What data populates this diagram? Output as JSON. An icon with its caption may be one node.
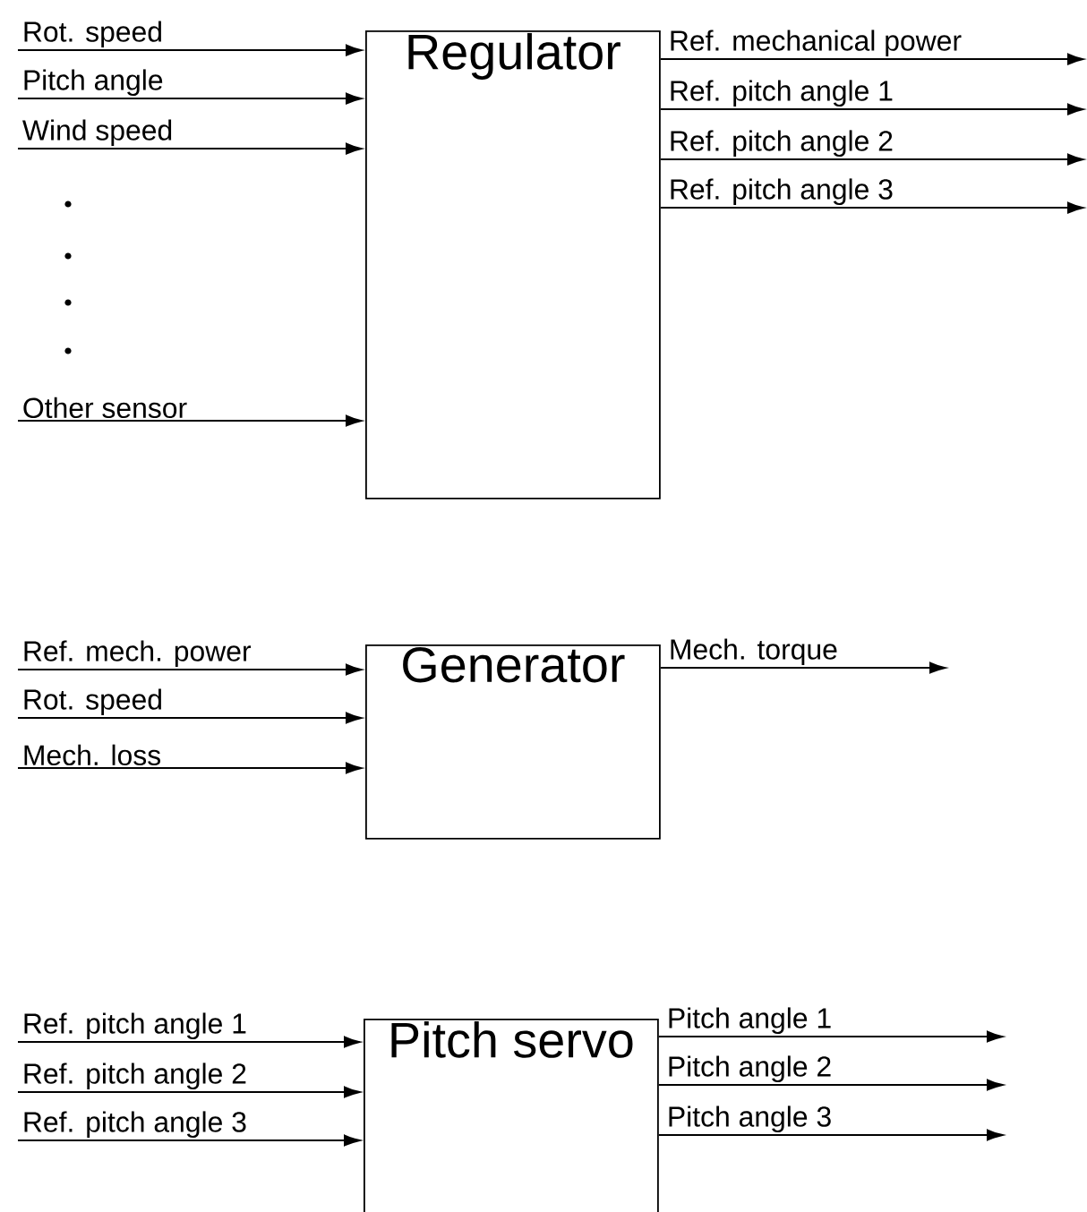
{
  "diagram": {
    "nodes": [
      {
        "text": [
          "Regulator"
        ]
      },
      {
        "text": [
          "Generator"
        ]
      },
      {
        "text": [
          "Pitch servo"
        ]
      }
    ],
    "edges": [
      {
        "from": null,
        "to": 0,
        "arrow": "to",
        "label": "Rot. speed"
      },
      {
        "from": null,
        "to": 0,
        "arrow": "to",
        "label": "Pitch angle"
      },
      {
        "from": null,
        "to": 0,
        "arrow": "to",
        "label": "Wind speed"
      },
      {
        "from": null,
        "to": 0,
        "arrow": "to",
        "label": "Other sensor"
      },
      {
        "from": 0,
        "to": null,
        "arrow": "to",
        "label": "Ref. mechanical power"
      },
      {
        "from": 0,
        "to": null,
        "arrow": "to",
        "label": "Ref. pitch angle 1"
      },
      {
        "from": 0,
        "to": null,
        "arrow": "to",
        "label": "Ref. pitch angle 2"
      },
      {
        "from": 0,
        "to": null,
        "arrow": "to",
        "label": "Ref. pitch angle 3"
      },
      {
        "from": null,
        "to": 1,
        "arrow": "to",
        "label": "Ref. mech. power"
      },
      {
        "from": null,
        "to": 1,
        "arrow": "to",
        "label": "Rot. speed"
      },
      {
        "from": null,
        "to": 1,
        "arrow": "to",
        "label": "Mech. loss"
      },
      {
        "from": 1,
        "to": null,
        "arrow": "to",
        "label": "Mech. torque"
      },
      {
        "from": null,
        "to": 2,
        "arrow": "to",
        "label": "Ref. pitch angle 1"
      },
      {
        "from": null,
        "to": 2,
        "arrow": "to",
        "label": "Ref. pitch angle 2"
      },
      {
        "from": null,
        "to": 2,
        "arrow": "to",
        "label": "Ref. pitch angle 3"
      },
      {
        "from": 2,
        "to": null,
        "arrow": "to",
        "label": "Pitch angle 1"
      },
      {
        "from": 2,
        "to": null,
        "arrow": "to",
        "label": "Pitch angle 2"
      },
      {
        "from": 2,
        "to": null,
        "arrow": "to",
        "label": "Pitch angle 3"
      }
    ]
  }
}
